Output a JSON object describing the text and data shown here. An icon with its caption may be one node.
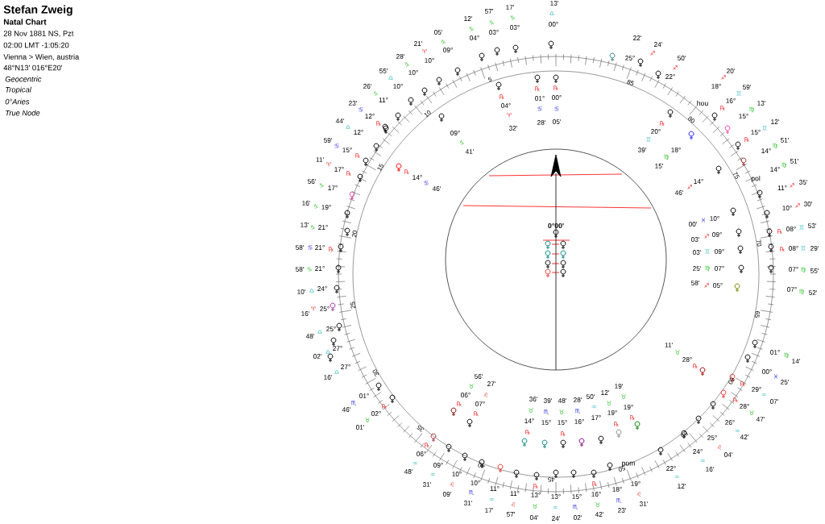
{
  "diagram": {
    "title": "Stefan Zweig",
    "labels": [
      "Natal Chart",
      "28 Nov 1881 NS, Pzt",
      "02:00 LMT -1:05:20",
      "Vienna > Wien, austria",
      "48°N13' 016°E20'",
      "Geocentric",
      "Tropical",
      "0°Aries",
      "True Node",
      "0°00'",
      "5",
      "10",
      "15",
      "20",
      "25",
      "30",
      "35",
      "40",
      "45",
      "50",
      "55",
      "60",
      "65",
      "70",
      "75",
      "80",
      "85",
      "13'",
      "♎",
      "00°",
      "17'",
      "♑",
      "03°",
      "57'",
      "♑",
      "03°",
      "12'",
      "♑",
      "04°",
      "05'",
      "♑",
      "09°",
      "21'",
      "♈",
      "10°",
      "28'",
      "♑",
      "10°",
      "55'",
      "♎",
      "10°",
      "26'",
      "♑",
      "11°",
      "23'",
      "♋",
      "12°",
      "℞",
      "44'",
      "♎",
      "12°",
      "59'",
      "♋",
      "15°",
      "℞",
      "11'",
      "♈",
      "17°",
      "℞",
      "56'",
      "♑",
      "17°",
      "16'",
      "♑",
      "19°",
      "13'",
      "♑",
      "21°",
      "58'",
      "♋",
      "21°",
      "℞",
      "58'",
      "♑",
      "21°",
      "10'",
      "♎",
      "24°",
      "16'",
      "♈",
      "25°",
      "48'",
      "♎",
      "25°",
      "02'",
      "♎",
      "27°",
      "16'",
      "♎",
      "27°",
      "46'",
      "♏",
      "01°",
      "01'",
      "♉",
      "02°",
      "℞",
      "56'",
      "♉",
      "06°",
      "℞",
      "27'",
      "♌",
      "07°",
      "℞",
      "℞",
      "06°",
      "♒",
      "48'",
      "09°",
      "♒",
      "31'",
      "10°",
      "♌",
      "09'",
      "10°",
      "♏",
      "31'",
      "11°",
      "♒",
      "17'",
      "11°",
      "♌",
      "57'",
      "℞",
      "13°",
      "♉",
      "04'",
      "13°",
      "♒",
      "24'",
      "15°",
      "♏",
      "02'",
      "℞",
      "16°",
      "♉",
      "42'",
      "18°",
      "♏",
      "23'",
      "19°",
      "♌",
      "31'",
      "22°",
      "♒",
      "12'",
      "24°",
      "♒",
      "16'",
      "25°",
      "♌",
      "04'",
      "26°",
      "♒",
      "42'",
      "℞",
      "28°",
      "♉",
      "47'",
      "℞",
      "29°",
      "♒",
      "07'",
      "00°",
      "♓",
      "25'",
      "01°",
      "♍",
      "14'",
      "11'",
      "♉",
      "28°",
      "℞",
      "36'",
      "♉",
      "14°",
      "℞",
      "39'",
      "♏",
      "15°",
      "48'",
      "♉",
      "15°",
      "℞",
      "28'",
      "♏",
      "16°",
      "50'",
      "♒",
      "17°",
      "12'",
      "♉",
      "19°",
      "℞",
      "19'",
      "♉",
      "19°",
      "℞",
      "℞",
      "04°",
      "♈",
      "32'",
      "℞",
      "01°",
      "♋",
      "28'",
      "℞",
      "00°",
      "♋",
      "05'",
      "09°",
      "♑",
      "41'",
      "℞",
      "14°",
      "♋",
      "46'",
      "℞",
      "20°",
      "♊",
      "39'",
      "18°",
      "♍",
      "15'",
      "14°",
      "♐",
      "46'",
      "10°",
      "♓",
      "00'",
      "09°",
      "♐",
      "03'",
      "09°",
      "♊",
      "03'",
      "07°",
      "♍",
      "25'",
      "05°",
      "♐",
      "58'",
      "22'",
      "24'",
      "♐",
      "25°",
      "50'",
      "♐",
      "22°",
      "20'",
      "♐",
      "18°",
      "59'",
      "♊",
      "16°",
      "℞",
      "13'",
      "♍",
      "15°",
      "12'",
      "♊",
      "15°",
      "℞",
      "51'",
      "♍",
      "14°",
      "51'",
      "♍",
      "14°",
      "35'",
      "♐",
      "11°",
      "30'",
      "♐",
      "10°",
      "℞",
      "08°",
      "♊",
      "53'",
      "℞",
      "08°",
      "♊",
      "29'",
      "07°",
      "♍",
      "55'",
      "07°",
      "♍",
      "52'",
      "hou",
      "pol",
      "pom"
    ]
  }
}
